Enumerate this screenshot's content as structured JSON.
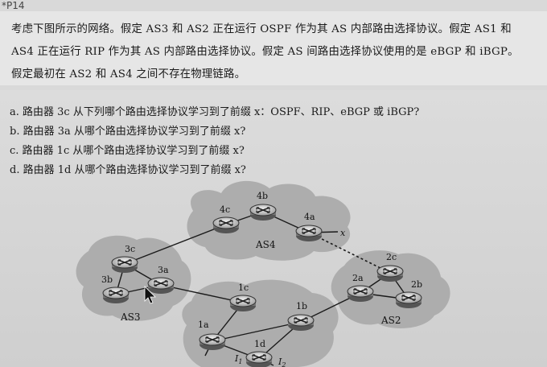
{
  "header_label": "*P14",
  "paragraph": [
    "考虑下图所示的网络。假定 AS3 和 AS2 正在运行 OSPF 作为其 AS 内部路由选择协议。假定 AS1 和",
    "AS4 正在运行 RIP 作为其 AS 内部路由选择协议。假定 AS 间路由选择协议使用的是 eBGP 和 iBGP。",
    "假定最初在 AS2 和 AS4 之间不存在物理链路。"
  ],
  "questions": [
    "a. 路由器 3c 从下列哪个路由选择协议学习到了前缀 x：OSPF、RIP、eBGP 或 iBGP?",
    "b. 路由器 3a 从哪个路由选择协议学习到了前缀 x?",
    "c. 路由器 1c 从哪个路由选择协议学习到了前缀 x?",
    "d. 路由器 1d 从哪个路由选择协议学习到了前缀 x?"
  ],
  "diagram": {
    "routers": {
      "r4b": "4b",
      "r4c": "4c",
      "r4a": "4a",
      "r3c": "3c",
      "r3a": "3a",
      "r3b": "3b",
      "r1c": "1c",
      "r1a": "1a",
      "r1b": "1b",
      "r1d": "1d",
      "r2c": "2c",
      "r2a": "2a",
      "r2b": "2b"
    },
    "as_labels": {
      "as4": "AS4",
      "as3": "AS3",
      "as2": "AS2"
    },
    "prefix": "x",
    "interfaces": {
      "i1": "I",
      "i1_sub": "1",
      "i2": "I",
      "i2_sub": "2"
    }
  }
}
